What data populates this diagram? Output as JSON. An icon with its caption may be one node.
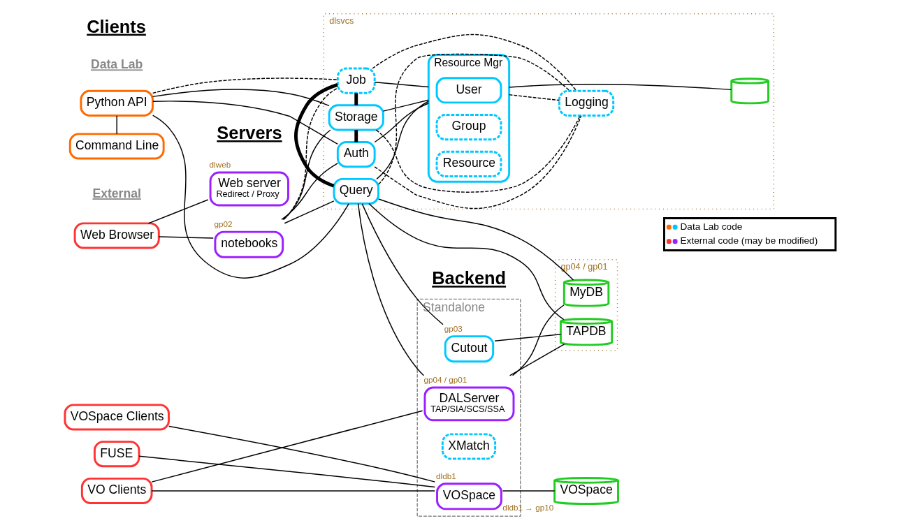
{
  "diagram": {
    "nodes": [
      {
        "text": [
          "dlsvcs"
        ]
      },
      {
        "text": [
          "Auth"
        ],
        "in": 0
      },
      {
        "text": [
          "Storage"
        ],
        "in": 0
      },
      {
        "text": [
          "Job"
        ],
        "in": 0
      },
      {
        "text": [
          "Query"
        ],
        "in": 0
      },
      {
        "text": [
          "Resource Mgr"
        ],
        "in": 0
      },
      {
        "text": [
          "User"
        ],
        "in": 5
      },
      {
        "text": [
          "Group"
        ],
        "in": 5
      },
      {
        "text": [
          "Resource"
        ],
        "in": 5
      },
      {
        "text": [
          "Logging"
        ],
        "in": 0
      },
      {
        "text": [],
        "shape": "cylinder",
        "in": 0
      },
      {
        "text": [
          "Standalone"
        ]
      },
      {
        "text": [
          "Cutout"
        ],
        "in": 11,
        "beside": [
          "gp03"
        ]
      },
      {
        "text": [
          "DALServer",
          "TAP/SIA/SCS/SSA"
        ],
        "in": 11,
        "beside": [
          "gp04 / gp01"
        ]
      },
      {
        "text": [
          "XMatch"
        ],
        "in": 11
      },
      {
        "text": [
          "VOSpace"
        ],
        "in": 11,
        "beside": [
          "dldb1"
        ]
      },
      {
        "text": [
          "gp04 / gp01"
        ]
      },
      {
        "text": [
          "MyDB"
        ],
        "in": 16
      },
      {
        "text": [
          "TAPDB"
        ],
        "in": 16
      },
      {
        "text": [
          "VOSpace"
        ],
        "beside": [
          "dldb1 → gp10"
        ]
      },
      {
        "text": [
          "Python API"
        ]
      },
      {
        "text": [
          "Command Line"
        ]
      },
      {
        "text": [
          "Web server",
          "Redirect / Proxy"
        ],
        "beside": [
          "dlweb"
        ]
      },
      {
        "text": [
          "notebooks"
        ],
        "beside": [
          "gp02"
        ]
      },
      {
        "text": [
          "Web Browser"
        ]
      },
      {
        "text": [
          "VOSpace Clients"
        ]
      },
      {
        "text": [
          "FUSE"
        ]
      },
      {
        "text": [
          "VO Clients"
        ]
      }
    ],
    "edges": [
      {
        "from": 20,
        "to": 21,
        "arrow": "none"
      },
      {
        "from": 20,
        "to": 1,
        "arrow": "none"
      },
      {
        "from": 20,
        "to": 2,
        "arrow": "none"
      },
      {
        "from": 20,
        "to": 3,
        "arrow": "none",
        "style": "dashed"
      },
      {
        "from": 20,
        "to": 4,
        "arrow": "none"
      },
      {
        "from": 24,
        "to": 22,
        "arrow": "none"
      },
      {
        "from": 24,
        "to": 23,
        "arrow": "none"
      },
      {
        "from": 23,
        "to": 1,
        "arrow": "none"
      },
      {
        "from": 23,
        "to": 2,
        "arrow": "none"
      },
      {
        "from": 23,
        "to": 3,
        "arrow": "none",
        "style": "dashed"
      },
      {
        "from": 23,
        "to": 4,
        "arrow": "none"
      },
      {
        "from": 1,
        "to": 2,
        "arrow": "none",
        "style": "thick"
      },
      {
        "from": 2,
        "to": 3,
        "arrow": "none",
        "style": "thick"
      },
      {
        "from": 3,
        "to": 4,
        "arrow": "none",
        "style": "thick"
      },
      {
        "from": 1,
        "to": 5,
        "arrow": "none"
      },
      {
        "from": 2,
        "to": 5,
        "arrow": "none"
      },
      {
        "from": 3,
        "to": 5,
        "arrow": "none"
      },
      {
        "from": 4,
        "to": 5,
        "arrow": "none"
      },
      {
        "from": 1,
        "to": 9,
        "arrow": "none",
        "style": "dashed"
      },
      {
        "from": 2,
        "to": 9,
        "arrow": "none",
        "style": "dashed"
      },
      {
        "from": 3,
        "to": 9,
        "arrow": "none",
        "style": "dashed"
      },
      {
        "from": 4,
        "to": 9,
        "arrow": "none",
        "style": "dashed"
      },
      {
        "from": 5,
        "to": 9,
        "arrow": "none",
        "style": "dashed"
      },
      {
        "from": 5,
        "to": 10,
        "arrow": "none"
      },
      {
        "from": 4,
        "to": 12,
        "arrow": "none"
      },
      {
        "from": 4,
        "to": 13,
        "arrow": "none"
      },
      {
        "from": 4,
        "to": 17,
        "arrow": "none"
      },
      {
        "from": 4,
        "to": 18,
        "arrow": "none"
      },
      {
        "from": 12,
        "to": 18,
        "arrow": "none"
      },
      {
        "from": 13,
        "to": 17,
        "arrow": "none"
      },
      {
        "from": 13,
        "to": 18,
        "arrow": "none"
      },
      {
        "from": 15,
        "to": 19,
        "arrow": "none"
      },
      {
        "from": 25,
        "to": 15,
        "arrow": "none"
      },
      {
        "from": 26,
        "to": 15,
        "arrow": "none"
      },
      {
        "from": 27,
        "to": 15,
        "arrow": "none"
      },
      {
        "from": 27,
        "to": 13,
        "arrow": "none"
      }
    ],
    "labels": [
      "Clients",
      "Servers",
      "Data Lab",
      "Backend",
      "External"
    ],
    "legend": [
      {
        "text": "Data Lab code"
      },
      {
        "text": "External code (may be modified)"
      }
    ]
  }
}
